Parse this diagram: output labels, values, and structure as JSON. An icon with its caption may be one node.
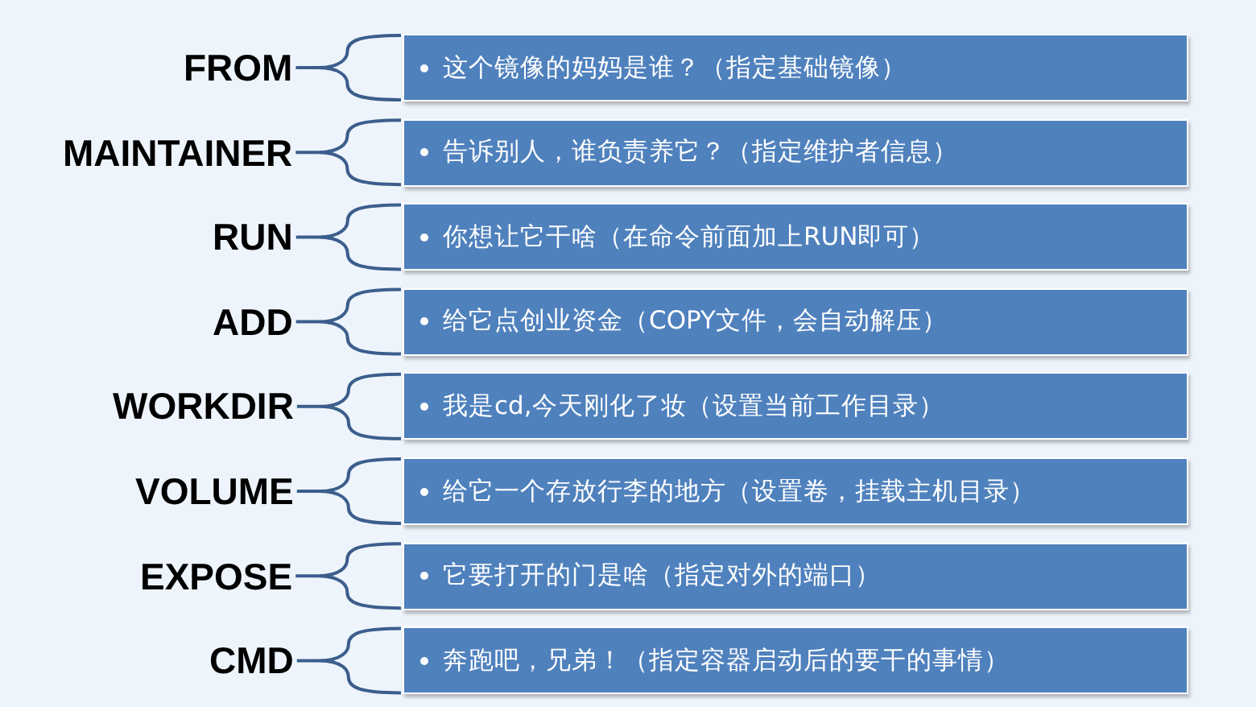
{
  "diagram": {
    "nodes": [
      {
        "text": [
          "FROM"
        ]
      },
      {
        "text": [
          "这个镜像的妈妈是谁？（指定基础镜像）"
        ]
      },
      {
        "text": [
          "MAINTAINER"
        ]
      },
      {
        "text": [
          "告诉别人，谁负责养它？（指定维护者信息）"
        ]
      },
      {
        "text": [
          "RUN"
        ]
      },
      {
        "text": [
          "你想让它干啥（在命令前面加上RUN即可）"
        ]
      },
      {
        "text": [
          "ADD"
        ]
      },
      {
        "text": [
          "给它点创业资金（COPY文件，会自动解压）"
        ]
      },
      {
        "text": [
          "WORKDIR"
        ]
      },
      {
        "text": [
          "我是cd,今天刚化了妆（设置当前工作目录）"
        ]
      },
      {
        "text": [
          "VOLUME"
        ]
      },
      {
        "text": [
          "给它一个存放行李的地方（设置卷，挂载主机目录）"
        ]
      },
      {
        "text": [
          "EXPOSE"
        ]
      },
      {
        "text": [
          "它要打开的门是啥（指定对外的端口）"
        ]
      },
      {
        "text": [
          "CMD"
        ]
      },
      {
        "text": [
          "奔跑吧，兄弟！（指定容器启动后的要干的事情）"
        ]
      }
    ],
    "edges": [
      {
        "from": 0,
        "to": 1,
        "arrow": "none"
      },
      {
        "from": 2,
        "to": 3,
        "arrow": "none"
      },
      {
        "from": 4,
        "to": 5,
        "arrow": "none"
      },
      {
        "from": 6,
        "to": 7,
        "arrow": "none"
      },
      {
        "from": 8,
        "to": 9,
        "arrow": "none"
      },
      {
        "from": 10,
        "to": 11,
        "arrow": "none"
      },
      {
        "from": 12,
        "to": 13,
        "arrow": "none"
      },
      {
        "from": 14,
        "to": 15,
        "arrow": "none"
      }
    ]
  }
}
